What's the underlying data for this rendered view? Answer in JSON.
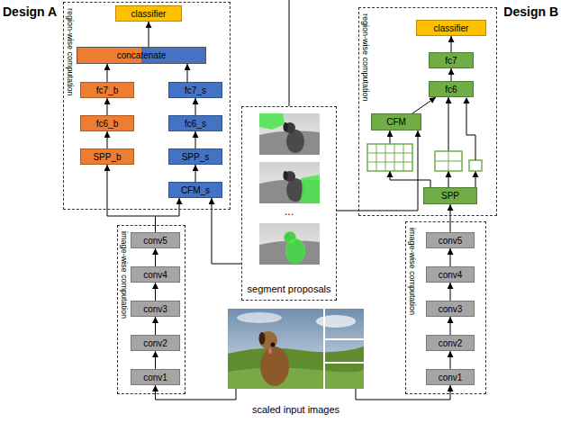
{
  "diagram": {
    "nodes": [
      {
        "text": [
          "region-wise computation"
        ]
      },
      {
        "text": [
          "classifier"
        ],
        "in": 0
      },
      {
        "text": [
          "concatenate"
        ],
        "in": 0
      },
      {
        "text": [
          "fc7_b"
        ],
        "in": 0
      },
      {
        "text": [
          "fc6_b"
        ],
        "in": 0
      },
      {
        "text": [
          "SPP_b"
        ],
        "in": 0
      },
      {
        "text": [
          "fc7_s"
        ],
        "in": 0
      },
      {
        "text": [
          "fc6_s"
        ],
        "in": 0
      },
      {
        "text": [
          "SPP_s"
        ],
        "in": 0
      },
      {
        "text": [
          "CFM_s"
        ],
        "in": 0
      },
      {
        "text": [
          "region-wise computation"
        ]
      },
      {
        "text": [
          "classifier"
        ],
        "in": 10
      },
      {
        "text": [
          "fc7"
        ],
        "in": 10
      },
      {
        "text": [
          "fc6"
        ],
        "in": 10
      },
      {
        "text": [
          "CFM"
        ],
        "in": 10
      },
      {
        "text": [
          "SPP"
        ],
        "in": 10
      },
      {
        "text": [
          "...",
          "segment proposals"
        ]
      },
      {
        "text": [
          "image-wise computation"
        ]
      },
      {
        "text": [
          "conv5"
        ],
        "in": 17
      },
      {
        "text": [
          "conv4"
        ],
        "in": 17
      },
      {
        "text": [
          "conv3"
        ],
        "in": 17
      },
      {
        "text": [
          "conv2"
        ],
        "in": 17
      },
      {
        "text": [
          "conv1"
        ],
        "in": 17
      },
      {
        "text": [
          "image-wise computation"
        ]
      },
      {
        "text": [
          "conv5"
        ],
        "in": 23
      },
      {
        "text": [
          "conv4"
        ],
        "in": 23
      },
      {
        "text": [
          "conv3"
        ],
        "in": 23
      },
      {
        "text": [
          "conv2"
        ],
        "in": 23
      },
      {
        "text": [
          "conv1"
        ],
        "in": 23
      },
      {
        "text": [
          "scaled input images"
        ]
      }
    ],
    "edges": [
      {
        "from": 22,
        "to": 21,
        "arrow": "to"
      },
      {
        "from": 21,
        "to": 20,
        "arrow": "to"
      },
      {
        "from": 20,
        "to": 19,
        "arrow": "to"
      },
      {
        "from": 19,
        "to": 18,
        "arrow": "to"
      },
      {
        "from": 18,
        "to": 5,
        "arrow": "to"
      },
      {
        "from": 18,
        "to": 9,
        "arrow": "to"
      },
      {
        "from": 16,
        "to": 9,
        "arrow": "to"
      },
      {
        "from": 5,
        "to": 4,
        "arrow": "to"
      },
      {
        "from": 4,
        "to": 3,
        "arrow": "to"
      },
      {
        "from": 3,
        "to": 2,
        "arrow": "to"
      },
      {
        "from": 9,
        "to": 8,
        "arrow": "to"
      },
      {
        "from": 8,
        "to": 7,
        "arrow": "to"
      },
      {
        "from": 7,
        "to": 6,
        "arrow": "to"
      },
      {
        "from": 6,
        "to": 2,
        "arrow": "to"
      },
      {
        "from": 2,
        "to": 1,
        "arrow": "to"
      },
      {
        "from": 28,
        "to": 27,
        "arrow": "to"
      },
      {
        "from": 27,
        "to": 26,
        "arrow": "to"
      },
      {
        "from": 26,
        "to": 25,
        "arrow": "to"
      },
      {
        "from": 25,
        "to": 24,
        "arrow": "to"
      },
      {
        "from": 24,
        "to": 15,
        "arrow": "to"
      },
      {
        "from": 15,
        "to": 14,
        "arrow": "to"
      },
      {
        "from": 15,
        "to": 13,
        "arrow": "to"
      },
      {
        "from": 16,
        "to": 14,
        "arrow": "to"
      },
      {
        "from": 14,
        "to": 13,
        "arrow": "to"
      },
      {
        "from": 13,
        "to": 12,
        "arrow": "to"
      },
      {
        "from": 12,
        "to": 11,
        "arrow": "to"
      },
      {
        "from": 29,
        "to": 22,
        "arrow": "to"
      },
      {
        "from": 29,
        "to": 28,
        "arrow": "to"
      }
    ],
    "labels": [
      "Design A",
      "Design B"
    ]
  }
}
